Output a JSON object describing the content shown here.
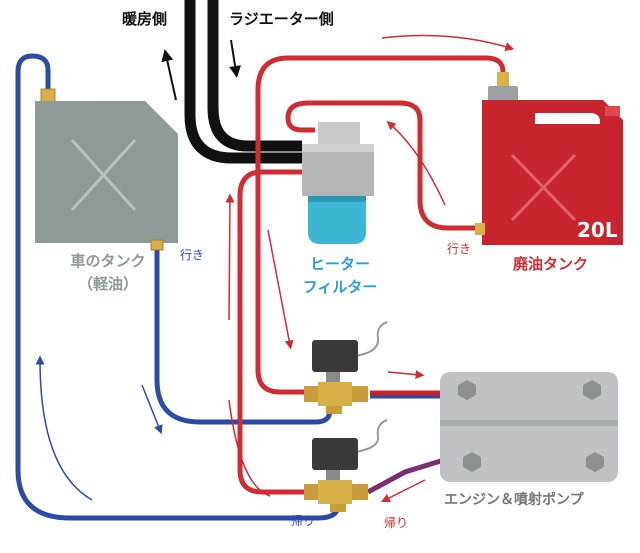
{
  "labels": {
    "heater_side": "暖房側",
    "radiator_side": "ラジエーター側",
    "car_tank_line1": "車のタンク",
    "car_tank_line2": "（軽油）",
    "heater_filter_line1": "ヒーター",
    "heater_filter_line2": "フィルター",
    "waste_oil_tank": "廃油タンク",
    "tank_capacity": "20L",
    "engine_pump": "エンジン＆噴射ポンプ",
    "outflow_car_tank": "行き",
    "outflow_waste_tank": "行き",
    "return_car_tank": "帰り",
    "return_engine": "帰り"
  },
  "colors": {
    "diesel_line": "#2d4aa6",
    "waste_oil_line": "#d22b33",
    "coolant_hose": "#111111",
    "car_tank": "#8e9a95",
    "waste_tank": "#c8242d",
    "filter_bowl": "#3db6d3",
    "engine_block": "#bfc3c6",
    "valve_brass": "#d8b04a"
  },
  "icons": {
    "solenoid_valve": "solenoid-valve-icon",
    "fitting": "brass-fitting-icon",
    "bolt": "hex-bolt-icon"
  }
}
